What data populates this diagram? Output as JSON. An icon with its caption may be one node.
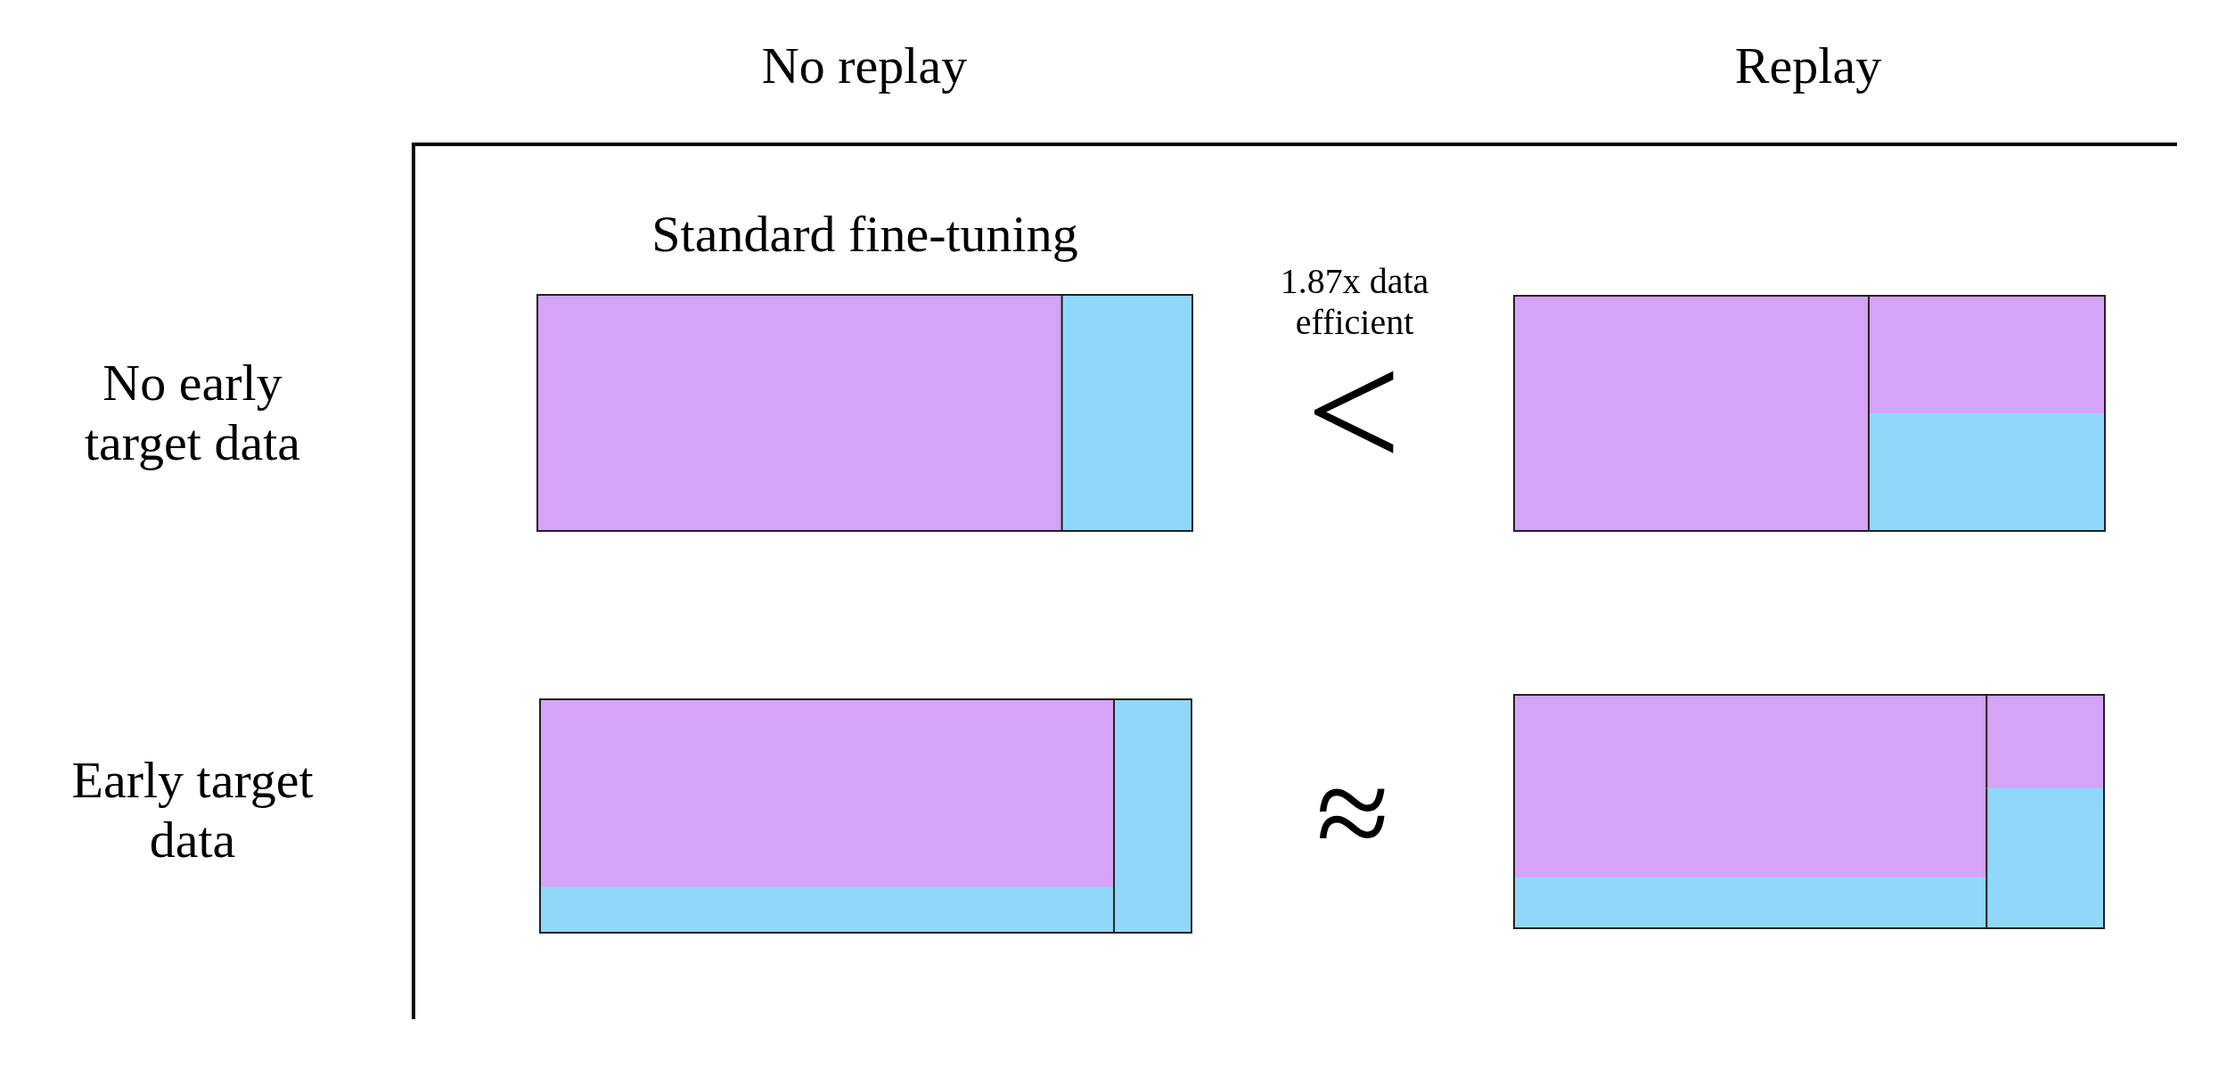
{
  "diagram": {
    "nodes": [
      {
        "text": [
          "Standard fine-tuning"
        ]
      },
      {
        "text": [],
        "shape": "box"
      },
      {
        "text": [],
        "shape": "box"
      },
      {
        "text": [],
        "shape": "box"
      }
    ],
    "labels": [
      "No replay",
      "Replay",
      "1.87x data efficient",
      "No early target data",
      "<",
      "Early target data",
      "≈"
    ]
  }
}
